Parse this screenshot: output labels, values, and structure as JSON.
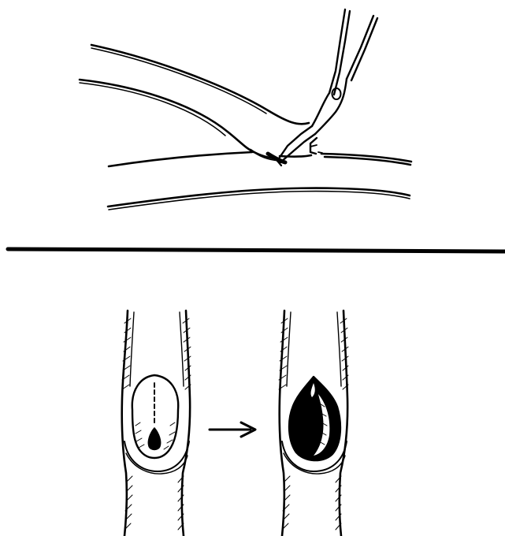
{
  "figure": {
    "panels": [
      {
        "name": "upper",
        "depicts": "vessel-and-graft-incision-with-angled-scissors"
      },
      {
        "name": "lower",
        "depicts": "arteriotomy-before-and-after-opening"
      }
    ],
    "arrow_icon": "right-arrow-icon",
    "colors": {
      "ink": "#000000",
      "paper": "#ffffff"
    }
  }
}
